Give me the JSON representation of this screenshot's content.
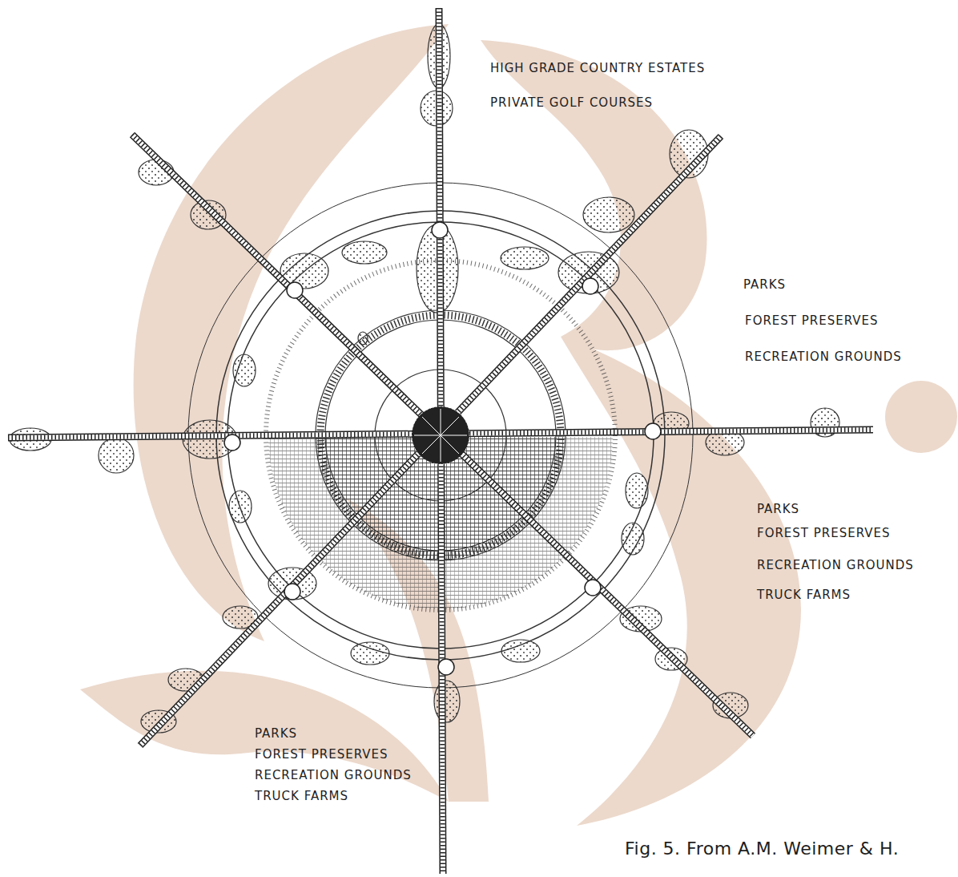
{
  "diagram": {
    "caption": "Fig. 5. From A.M. Weimer & H.",
    "labels": [
      "HIGH GRADE COUNTRY ESTATES",
      "PRIVATE GOLF COURSES",
      "PARKS",
      "FOREST PRESERVES",
      "RECREATION GROUNDS",
      "PARKS",
      "FOREST PRESERVES",
      "RECREATION GROUNDS",
      "TRUCK FARMS",
      "PARKS",
      "FOREST PRESERVES",
      "RECREATION GROUNDS",
      "TRUCK FARMS"
    ]
  }
}
